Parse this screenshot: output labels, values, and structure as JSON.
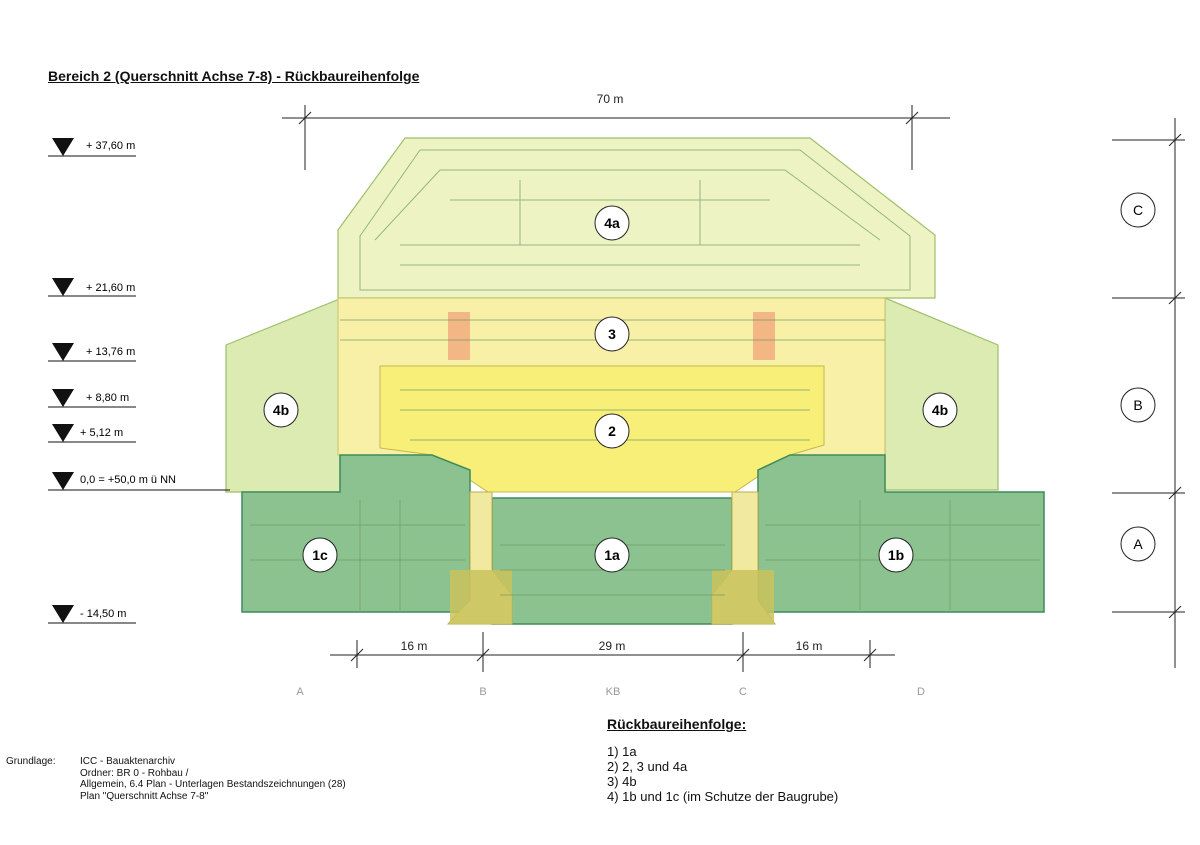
{
  "title": "Bereich 2 (Querschnitt Achse 7-8) - Rückbaureihenfolge",
  "dimensions": {
    "top": "70 m",
    "bottom_left": "16 m",
    "bottom_middle": "29 m",
    "bottom_right": "16 m"
  },
  "levels": [
    {
      "label": "+ 37,60 m"
    },
    {
      "label": "+ 21,60 m"
    },
    {
      "label": "+ 13,76 m"
    },
    {
      "label": "+ 8,80 m"
    },
    {
      "label": "+ 5,12 m"
    },
    {
      "label": "0,0 = +50,0 m ü NN"
    },
    {
      "label": "- 14,50 m"
    }
  ],
  "zones": [
    {
      "id": "4a",
      "color": "#eef3c4"
    },
    {
      "id": "3",
      "color": "#f7f0a6"
    },
    {
      "id": "2",
      "color": "#f7ef78"
    },
    {
      "id": "4b",
      "color": "#dcebb2"
    },
    {
      "id": "1a",
      "color": "#8cc28f"
    },
    {
      "id": "1b",
      "color": "#8cc28f"
    },
    {
      "id": "1c",
      "color": "#8cc28f"
    }
  ],
  "sections": [
    {
      "label": "C"
    },
    {
      "label": "B"
    },
    {
      "label": "A"
    }
  ],
  "axes": [
    "A",
    "B",
    "KB",
    "C",
    "D"
  ],
  "legend": {
    "title": "Rückbaureihenfolge:",
    "items": [
      "1)  1a",
      "2)  2, 3 und 4a",
      "3)  4b",
      "4)  1b und 1c (im Schutze der Baugrube)"
    ]
  },
  "source": {
    "label": "Grundlage:",
    "lines": [
      "ICC - Bauaktenarchiv",
      "Ordner: BR 0 - Rohbau /",
      "Allgemein, 6.4 Plan - Unterlagen Bestandszeichnungen (28)",
      "Plan \"Querschnitt Achse 7-8\""
    ]
  },
  "colors": {
    "green_dark": "#8cc28f",
    "green_light": "#dcebb2",
    "yellow_light": "#eef3c4",
    "yellow": "#f7f0a6",
    "yellow_strong": "#f7ef78",
    "khaki": "#c9c25c",
    "orange_accent": "#f0a47a"
  }
}
